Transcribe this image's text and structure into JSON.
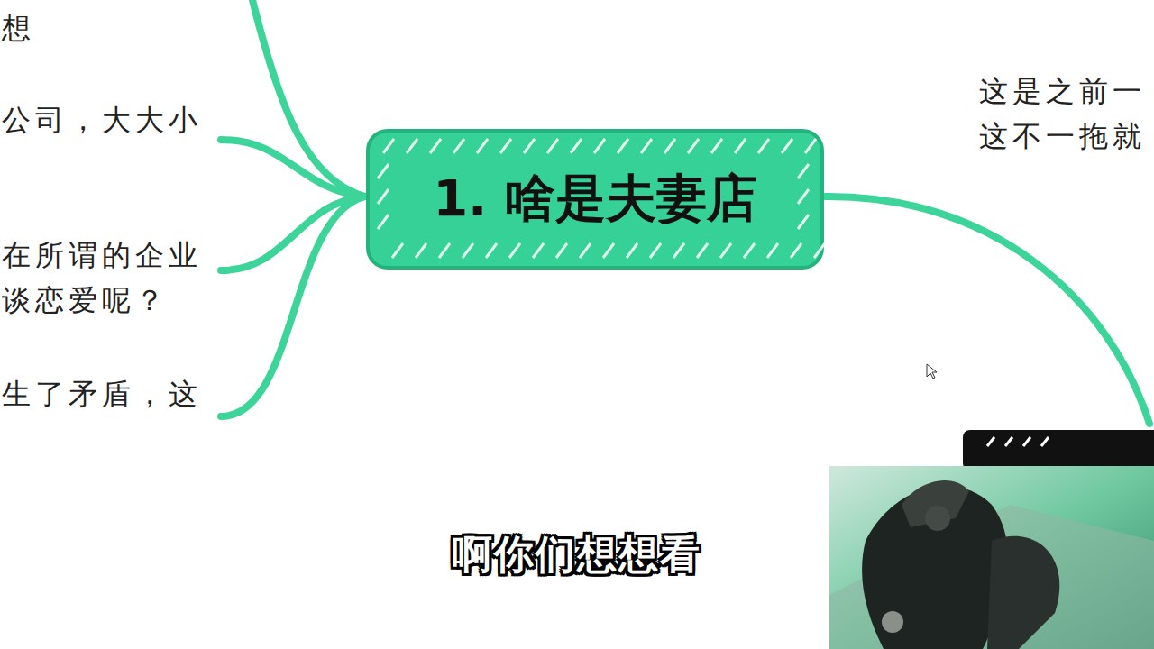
{
  "diagram": {
    "nodes": [
      {
        "text": [
          "1. 啥是夫妻店"
        ]
      }
    ],
    "labels": [
      "想",
      "公司，大大小",
      "在所谓的企业 谈恋爱呢？",
      "生了矛盾，这",
      "这是之前一 这不一拖就",
      "啊你们想想看"
    ]
  }
}
